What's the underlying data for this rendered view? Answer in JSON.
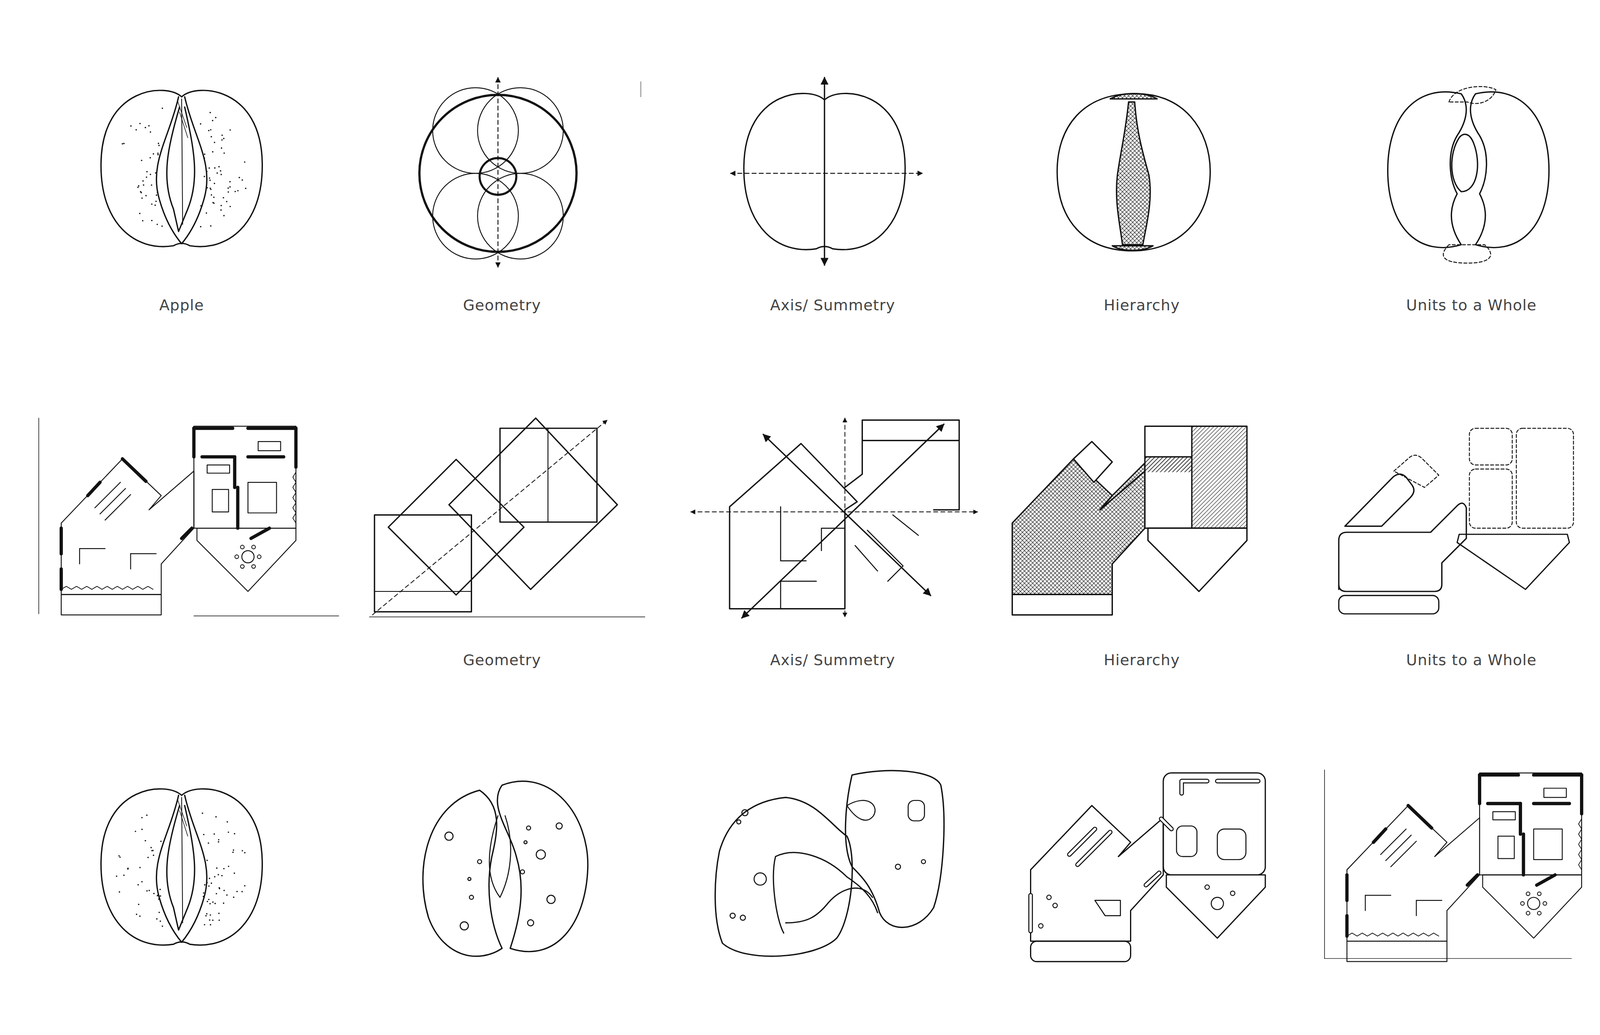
{
  "diagram": {
    "labels": [
      "Apple",
      "Geometry",
      "Axis/ Summetry",
      "Hierarchy",
      "Units to a Whole",
      "Geometry",
      "Axis/ Summetry",
      "Hierarchy",
      "Units to a Whole"
    ]
  }
}
